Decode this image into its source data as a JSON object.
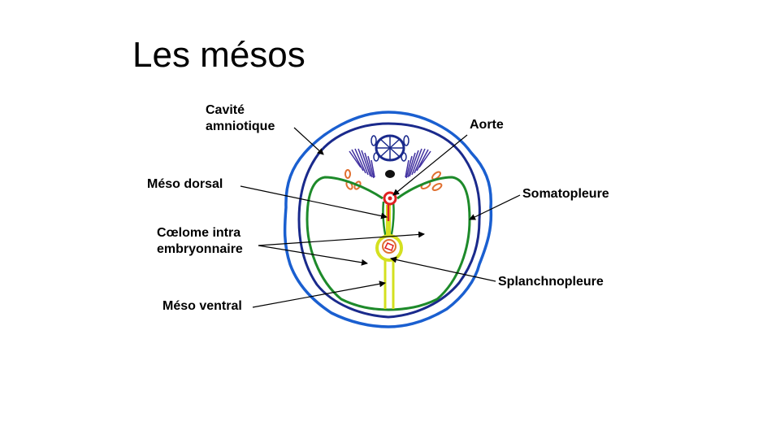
{
  "slide": {
    "title": "Les mésos"
  },
  "labels": {
    "cavite_line1": "Cavité",
    "cavite_line2": "amniotique",
    "aorte": "Aorte",
    "meso_dorsal": "Méso dorsal",
    "somatopleure": "Somatopleure",
    "coelome_line1": "Cœlome intra",
    "coelome_line2": "embryonnaire",
    "splanchnopleure": "Splanchnopleure",
    "meso_ventral": "Méso ventral"
  },
  "colors": {
    "outer_blue": "#1a5fd0",
    "inner_navy": "#1a2a8c",
    "mesoderm_green": "#1d8a2a",
    "meso_yellow": "#d4e020",
    "aorta_red": "#e02020",
    "somite_purple": "#4030a0",
    "nephro_orange": "#e07030"
  }
}
